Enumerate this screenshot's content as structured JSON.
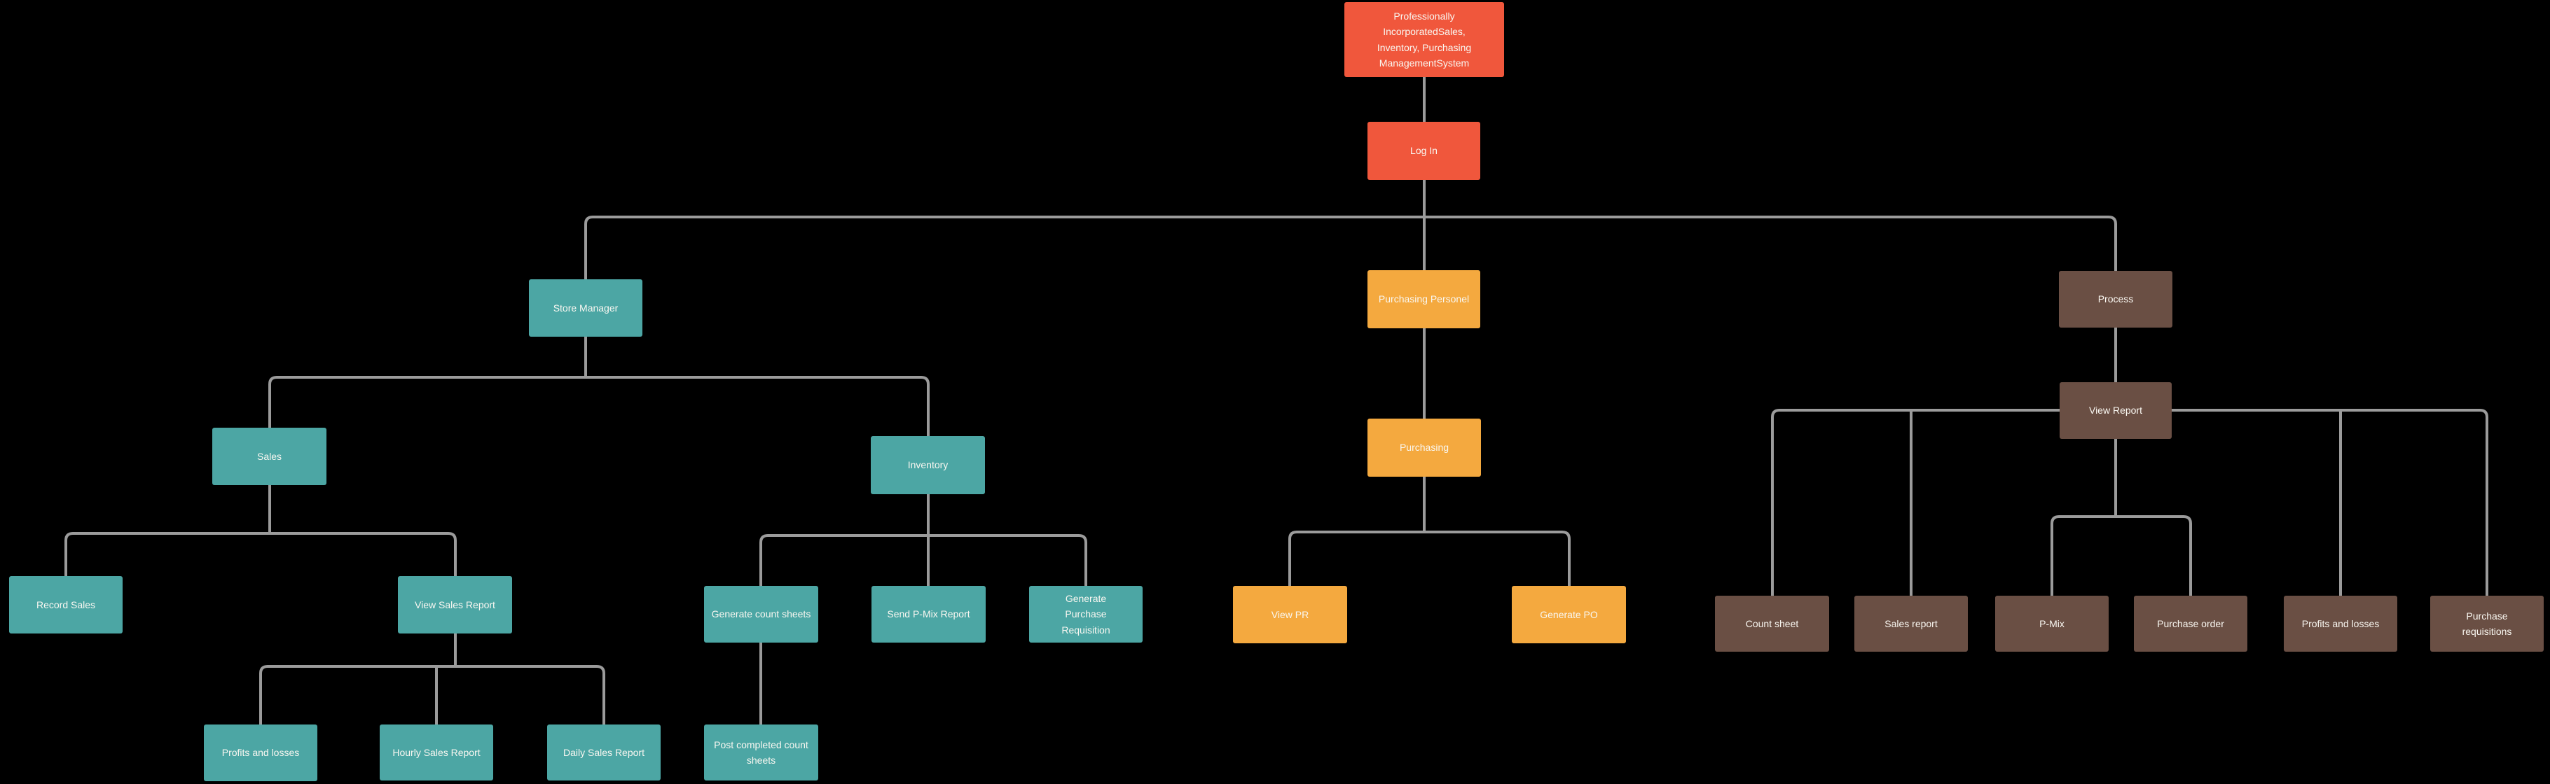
{
  "diagram": {
    "background": "#000000",
    "connector_color": "#9B9B9B",
    "text_color": "#F9F7F1",
    "palette": {
      "red": "#F0573C",
      "teal": "#4CA6A4",
      "orange": "#F4A93F",
      "brown": "#6A4F44"
    },
    "nodes": [
      {
        "id": "root",
        "label": "Professionally IncorporatedSales, Inventory, Purchasing ManagementSystem",
        "color": "red"
      },
      {
        "id": "login",
        "label": "Log In",
        "color": "red"
      },
      {
        "id": "store-manager",
        "label": "Store Manager",
        "color": "teal"
      },
      {
        "id": "purchasing-personel",
        "label": "Purchasing Personel",
        "color": "orange"
      },
      {
        "id": "process",
        "label": "Process",
        "color": "brown"
      },
      {
        "id": "sales",
        "label": "Sales",
        "color": "teal"
      },
      {
        "id": "inventory",
        "label": "Inventory",
        "color": "teal"
      },
      {
        "id": "purchasing",
        "label": "Purchasing",
        "color": "orange"
      },
      {
        "id": "record-sales",
        "label": "Record Sales",
        "color": "teal"
      },
      {
        "id": "view-sales-report",
        "label": "View Sales Report",
        "color": "teal"
      },
      {
        "id": "generate-count-sheets",
        "label": "Generate count sheets",
        "color": "teal"
      },
      {
        "id": "send-pmix-report",
        "label": "Send P-Mix Report",
        "color": "teal"
      },
      {
        "id": "generate-purchase-requisition",
        "label": "Generate Purchase Requisition",
        "color": "teal"
      },
      {
        "id": "view-pr",
        "label": "View PR",
        "color": "orange"
      },
      {
        "id": "generate-po",
        "label": "Generate PO",
        "color": "orange"
      },
      {
        "id": "profits-and-losses-sales",
        "label": "Profits and losses",
        "color": "teal"
      },
      {
        "id": "hourly-sales-report",
        "label": "Hourly Sales Report",
        "color": "teal"
      },
      {
        "id": "daily-sales-report",
        "label": "Daily Sales Report",
        "color": "teal"
      },
      {
        "id": "post-completed-count-sheets",
        "label": "Post completed count sheets",
        "color": "teal"
      },
      {
        "id": "view-report",
        "label": "View Report",
        "color": "brown"
      },
      {
        "id": "count-sheet",
        "label": "Count sheet",
        "color": "brown"
      },
      {
        "id": "sales-report",
        "label": "Sales report",
        "color": "brown"
      },
      {
        "id": "p-mix",
        "label": "P-Mix",
        "color": "brown"
      },
      {
        "id": "purchase-order",
        "label": "Purchase order",
        "color": "brown"
      },
      {
        "id": "profits-and-losses-report",
        "label": "Profits and losses",
        "color": "brown"
      },
      {
        "id": "purchase-requisitions",
        "label": "Purchase requisitions",
        "color": "brown"
      }
    ],
    "edges": [
      [
        "root",
        "login"
      ],
      [
        "login",
        "store-manager"
      ],
      [
        "login",
        "purchasing-personel"
      ],
      [
        "login",
        "process"
      ],
      [
        "store-manager",
        "sales"
      ],
      [
        "store-manager",
        "inventory"
      ],
      [
        "sales",
        "record-sales"
      ],
      [
        "sales",
        "view-sales-report"
      ],
      [
        "view-sales-report",
        "profits-and-losses-sales"
      ],
      [
        "view-sales-report",
        "hourly-sales-report"
      ],
      [
        "view-sales-report",
        "daily-sales-report"
      ],
      [
        "inventory",
        "generate-count-sheets"
      ],
      [
        "inventory",
        "send-pmix-report"
      ],
      [
        "inventory",
        "generate-purchase-requisition"
      ],
      [
        "generate-count-sheets",
        "post-completed-count-sheets"
      ],
      [
        "purchasing-personel",
        "purchasing"
      ],
      [
        "purchasing",
        "view-pr"
      ],
      [
        "purchasing",
        "generate-po"
      ],
      [
        "process",
        "view-report"
      ],
      [
        "view-report",
        "count-sheet"
      ],
      [
        "view-report",
        "sales-report"
      ],
      [
        "view-report",
        "p-mix"
      ],
      [
        "view-report",
        "purchase-order"
      ],
      [
        "view-report",
        "profits-and-losses-report"
      ],
      [
        "view-report",
        "purchase-requisitions"
      ]
    ]
  }
}
